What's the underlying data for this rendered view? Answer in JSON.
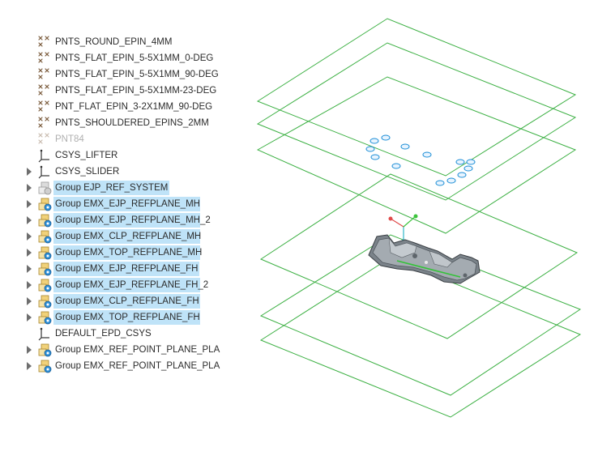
{
  "tree": {
    "items": [
      {
        "label": "PNTS_ROUND_EPIN_4MM",
        "icon": "points-icon",
        "expandable": false,
        "highlighted": false,
        "dimmed": false
      },
      {
        "label": "PNTS_FLAT_EPIN_5-5X1MM_0-DEG",
        "icon": "points-icon",
        "expandable": false,
        "highlighted": false,
        "dimmed": false
      },
      {
        "label": "PNTS_FLAT_EPIN_5-5X1MM_90-DEG",
        "icon": "points-icon",
        "expandable": false,
        "highlighted": false,
        "dimmed": false
      },
      {
        "label": "PNTS_FLAT_EPIN_5-5X1MM-23-DEG",
        "icon": "points-icon",
        "expandable": false,
        "highlighted": false,
        "dimmed": false
      },
      {
        "label": "PNT_FLAT_EPIN_3-2X1MM_90-DEG",
        "icon": "points-icon",
        "expandable": false,
        "highlighted": false,
        "dimmed": false
      },
      {
        "label": "PNTS_SHOULDERED_EPINS_2MM",
        "icon": "points-icon",
        "expandable": false,
        "highlighted": false,
        "dimmed": false
      },
      {
        "label": "PNT84",
        "icon": "points-icon",
        "expandable": false,
        "highlighted": false,
        "dimmed": true
      },
      {
        "label": "CSYS_LIFTER",
        "icon": "csys-icon",
        "expandable": false,
        "highlighted": false,
        "dimmed": false
      },
      {
        "label": "CSYS_SLIDER",
        "icon": "csys-icon",
        "expandable": true,
        "highlighted": false,
        "dimmed": false
      },
      {
        "label": "Group EJP_REF_SYSTEM",
        "icon": "group-icon-gray",
        "expandable": true,
        "highlighted": true,
        "dimmed": false
      },
      {
        "label": "Group EMX_EJP_REFPLANE_MH",
        "icon": "group-icon",
        "expandable": true,
        "highlighted": true,
        "dimmed": false
      },
      {
        "label": "Group EMX_EJP_REFPLANE_MH_2",
        "icon": "group-icon",
        "expandable": true,
        "highlighted": true,
        "dimmed": false
      },
      {
        "label": "Group EMX_CLP_REFPLANE_MH",
        "icon": "group-icon",
        "expandable": true,
        "highlighted": true,
        "dimmed": false
      },
      {
        "label": "Group EMX_TOP_REFPLANE_MH",
        "icon": "group-icon",
        "expandable": true,
        "highlighted": true,
        "dimmed": false
      },
      {
        "label": "Group EMX_EJP_REFPLANE_FH",
        "icon": "group-icon",
        "expandable": true,
        "highlighted": true,
        "dimmed": false
      },
      {
        "label": "Group EMX_EJP_REFPLANE_FH_2",
        "icon": "group-icon",
        "expandable": true,
        "highlighted": true,
        "dimmed": false
      },
      {
        "label": "Group EMX_CLP_REFPLANE_FH",
        "icon": "group-icon",
        "expandable": true,
        "highlighted": true,
        "dimmed": false
      },
      {
        "label": "Group EMX_TOP_REFPLANE_FH",
        "icon": "group-icon",
        "expandable": true,
        "highlighted": true,
        "dimmed": false
      },
      {
        "label": "DEFAULT_EPD_CSYS",
        "icon": "csys-icon",
        "expandable": false,
        "highlighted": false,
        "dimmed": false
      },
      {
        "label": "Group EMX_REF_POINT_PLANE_PLA",
        "icon": "group-icon",
        "expandable": true,
        "highlighted": false,
        "dimmed": false
      },
      {
        "label": "Group EMX_REF_POINT_PLANE_PLA",
        "icon": "group-icon",
        "expandable": true,
        "highlighted": false,
        "dimmed": false
      }
    ]
  },
  "colors": {
    "highlight": "#bfe3f8",
    "plane": "#3cb043",
    "points": "#1e8fd6",
    "part": "#6c737a"
  }
}
